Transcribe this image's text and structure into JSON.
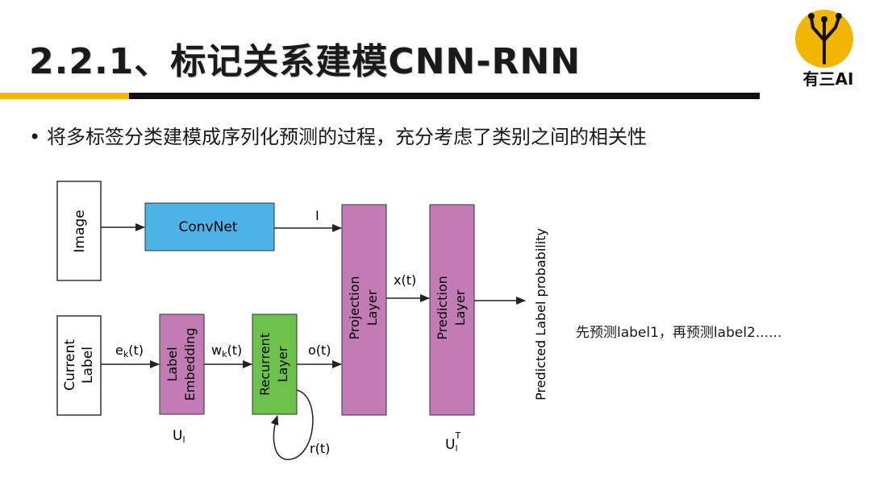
{
  "slide": {
    "title": "2.2.1、标记关系建模CNN-RNN",
    "bullet": "将多标签分类建模成序列化预测的过程，充分考虑了类别之间的相关性",
    "logo_text": "有三AI",
    "note": "先预测label1，再预测label2......"
  },
  "diagram": {
    "image_box": "Image",
    "current_label_line1": "Current",
    "current_label_line2": "Label",
    "convnet": "ConvNet",
    "label_embedding_line1": "Label",
    "label_embedding_line2": "Embedding",
    "recurrent_line1": "Recurrent",
    "recurrent_line2": "Layer",
    "projection_line1": "Projection",
    "projection_line2": "Layer",
    "prediction_line1": "Prediction",
    "prediction_line2": "Layer",
    "output_label": "Predicted Label probability",
    "edge_I": "I",
    "edge_ek_main": "e",
    "edge_ek_sub": "k",
    "edge_ek_tail": "(t)",
    "edge_wk_main": "w",
    "edge_wk_sub": "k",
    "edge_wk_tail": "(t)",
    "edge_ot": "o(t)",
    "edge_xt": "x(t)",
    "edge_rt": "r(t)",
    "ul_main": "U",
    "ul_sub": "l",
    "ult_main": "U",
    "ult_sub": "l",
    "ult_sup": "T"
  },
  "colors": {
    "accent_yellow": "#f2b600",
    "convnet": "#4db3e6",
    "purple_layer": "#c27bb5",
    "recurrent_green": "#6cc24a"
  }
}
